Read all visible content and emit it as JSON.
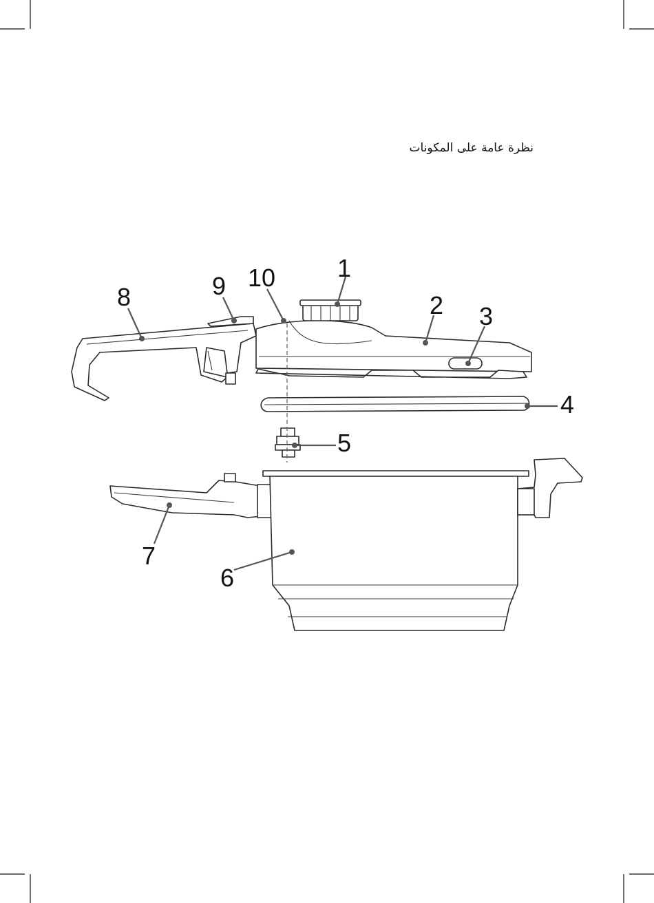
{
  "heading": "نظرة عامة على المكونات",
  "callouts": [
    "1",
    "2",
    "3",
    "4",
    "5",
    "6",
    "7",
    "8",
    "9",
    "10"
  ],
  "colors": {
    "line": "#2a2a2a",
    "leader": "#555555",
    "text": "#111111",
    "background": "#ffffff"
  }
}
